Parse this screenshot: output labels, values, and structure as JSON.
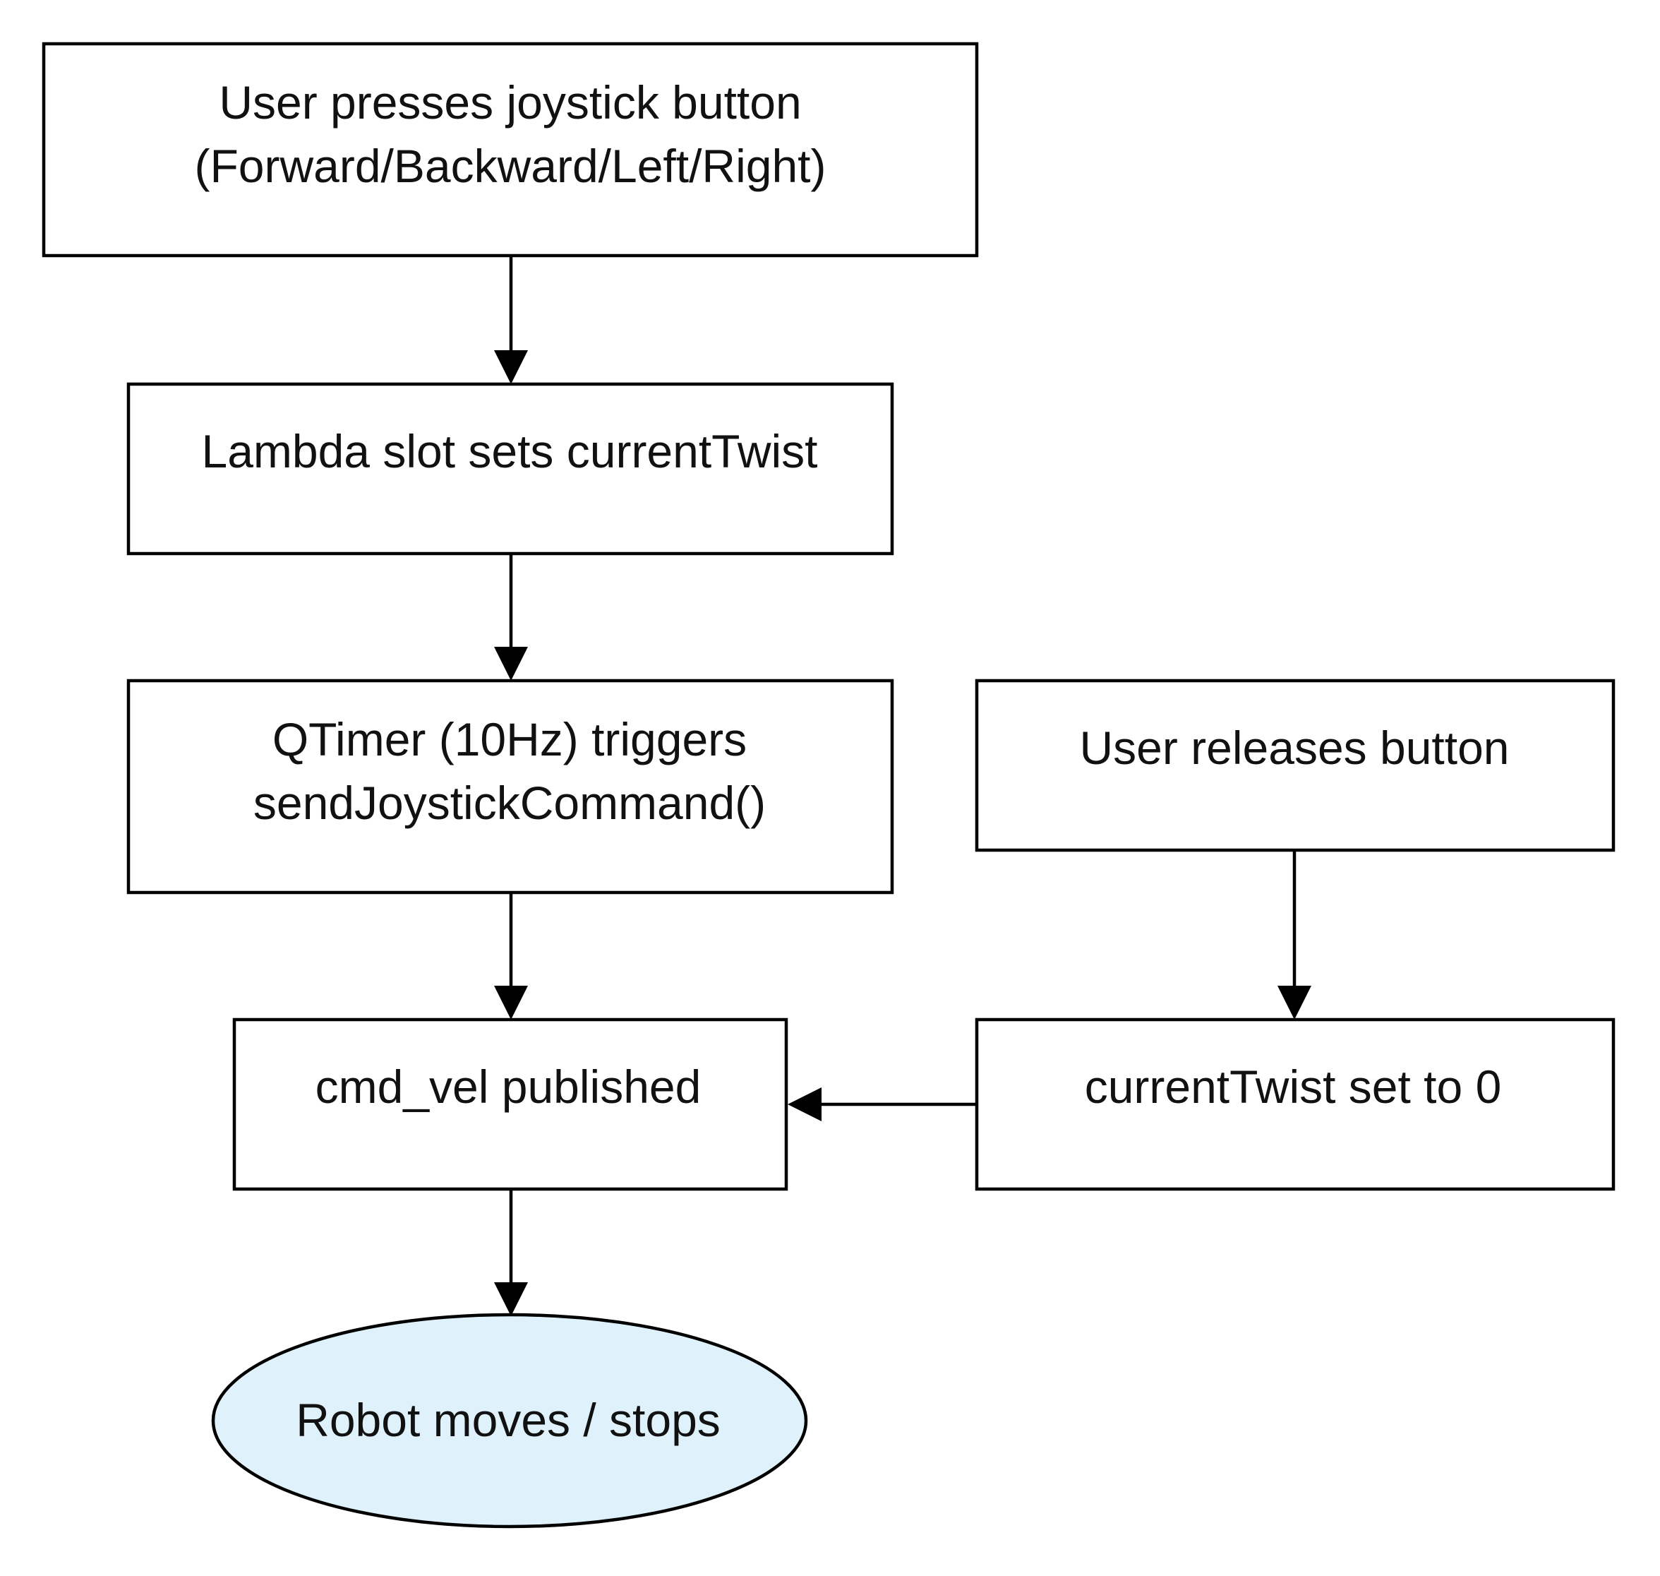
{
  "diagram": {
    "colors": {
      "stroke": "#000000",
      "box_fill": "#ffffff",
      "terminal_fill": "#dff2fb",
      "text": "#111111"
    },
    "nodes": {
      "press": {
        "line1": "User presses joystick button",
        "line2": "(Forward/Backward/Left/Right)"
      },
      "lambda": {
        "line1": "Lambda slot sets currentTwist"
      },
      "timer": {
        "line1": "QTimer (10Hz) triggers",
        "line2": "sendJoystickCommand()"
      },
      "release": {
        "line1": "User releases button"
      },
      "publish": {
        "line1": "cmd_vel published"
      },
      "zero": {
        "line1": "currentTwist set to 0"
      },
      "robot": {
        "line1": "Robot moves / stops"
      }
    },
    "edges": [
      {
        "from": "press",
        "to": "lambda"
      },
      {
        "from": "lambda",
        "to": "timer"
      },
      {
        "from": "timer",
        "to": "publish"
      },
      {
        "from": "release",
        "to": "zero"
      },
      {
        "from": "zero",
        "to": "publish"
      },
      {
        "from": "publish",
        "to": "robot"
      }
    ]
  }
}
